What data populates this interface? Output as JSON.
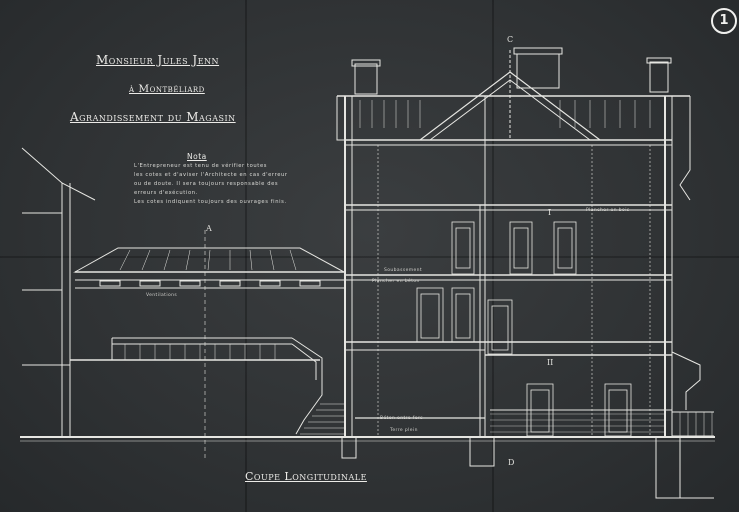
{
  "sheet": {
    "number": "1",
    "client": "Monsieur Jules Jenn",
    "town": "à Montbéliard",
    "project": "Agrandissement du Magasin",
    "section_title": "Coupe Longitudinale"
  },
  "nota": {
    "title": "Nota",
    "lines": [
      "L'Entrepreneur est tenu de vérifier toutes",
      "les cotes et d'aviser l'Architecte en cas d'erreur",
      "ou de doute. Il sera toujours responsable des",
      "erreurs d'exécution.",
      "Les cotes indiquent toujours des ouvrages finis."
    ]
  },
  "labels": {
    "ventilation": "Ventilations",
    "plancher_beton": "Plancher en béton",
    "plancher_bois": "Plancher en bois",
    "soubassement": "Soubassement",
    "sol_beton": "Béton entre fers",
    "terre_plein": "Terre plein",
    "section_marker_a": "A",
    "section_marker_c": "C",
    "section_marker_d": "D",
    "roman_1": "I",
    "roman_2": "II"
  },
  "colors": {
    "paper": "#2f3234",
    "ink": "#e8e8e6"
  }
}
